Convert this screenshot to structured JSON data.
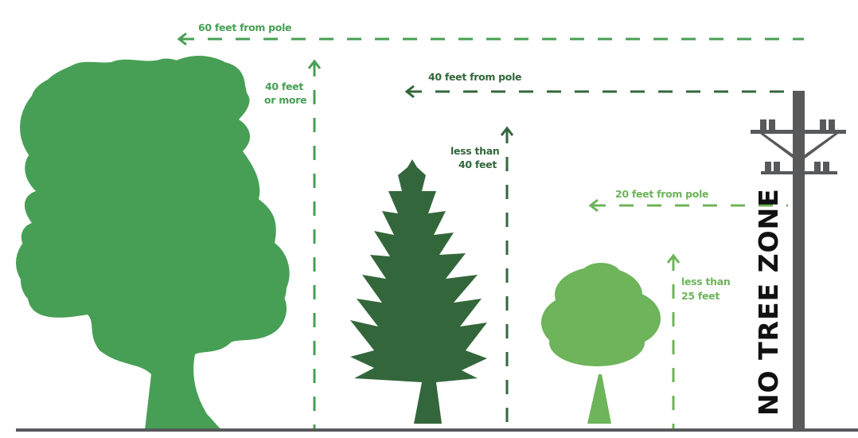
{
  "colors": {
    "large_tree": "#479f55",
    "medium_tree": "#33673b",
    "small_tree": "#6db45a",
    "pole": "#58595b",
    "ground": "#58595b",
    "no_tree_zone_text": "#111111"
  },
  "labels": {
    "large_distance": "60 feet from pole",
    "large_height_line1": "40 feet",
    "large_height_line2": "or more",
    "medium_distance": "40 feet from pole",
    "medium_height_line1": "less than",
    "medium_height_line2": "40 feet",
    "small_distance": "20 feet from pole",
    "small_height_line1": "less than",
    "small_height_line2": "25 feet",
    "no_tree_zone": "NO TREE ZONE"
  },
  "trees": [
    {
      "type": "large deciduous",
      "max_height": "40 feet or more",
      "min_distance": "60 feet from pole"
    },
    {
      "type": "conifer",
      "max_height": "less than 40 feet",
      "min_distance": "40 feet from pole"
    },
    {
      "type": "small deciduous",
      "max_height": "less than 25 feet",
      "min_distance": "20 feet from pole"
    }
  ]
}
